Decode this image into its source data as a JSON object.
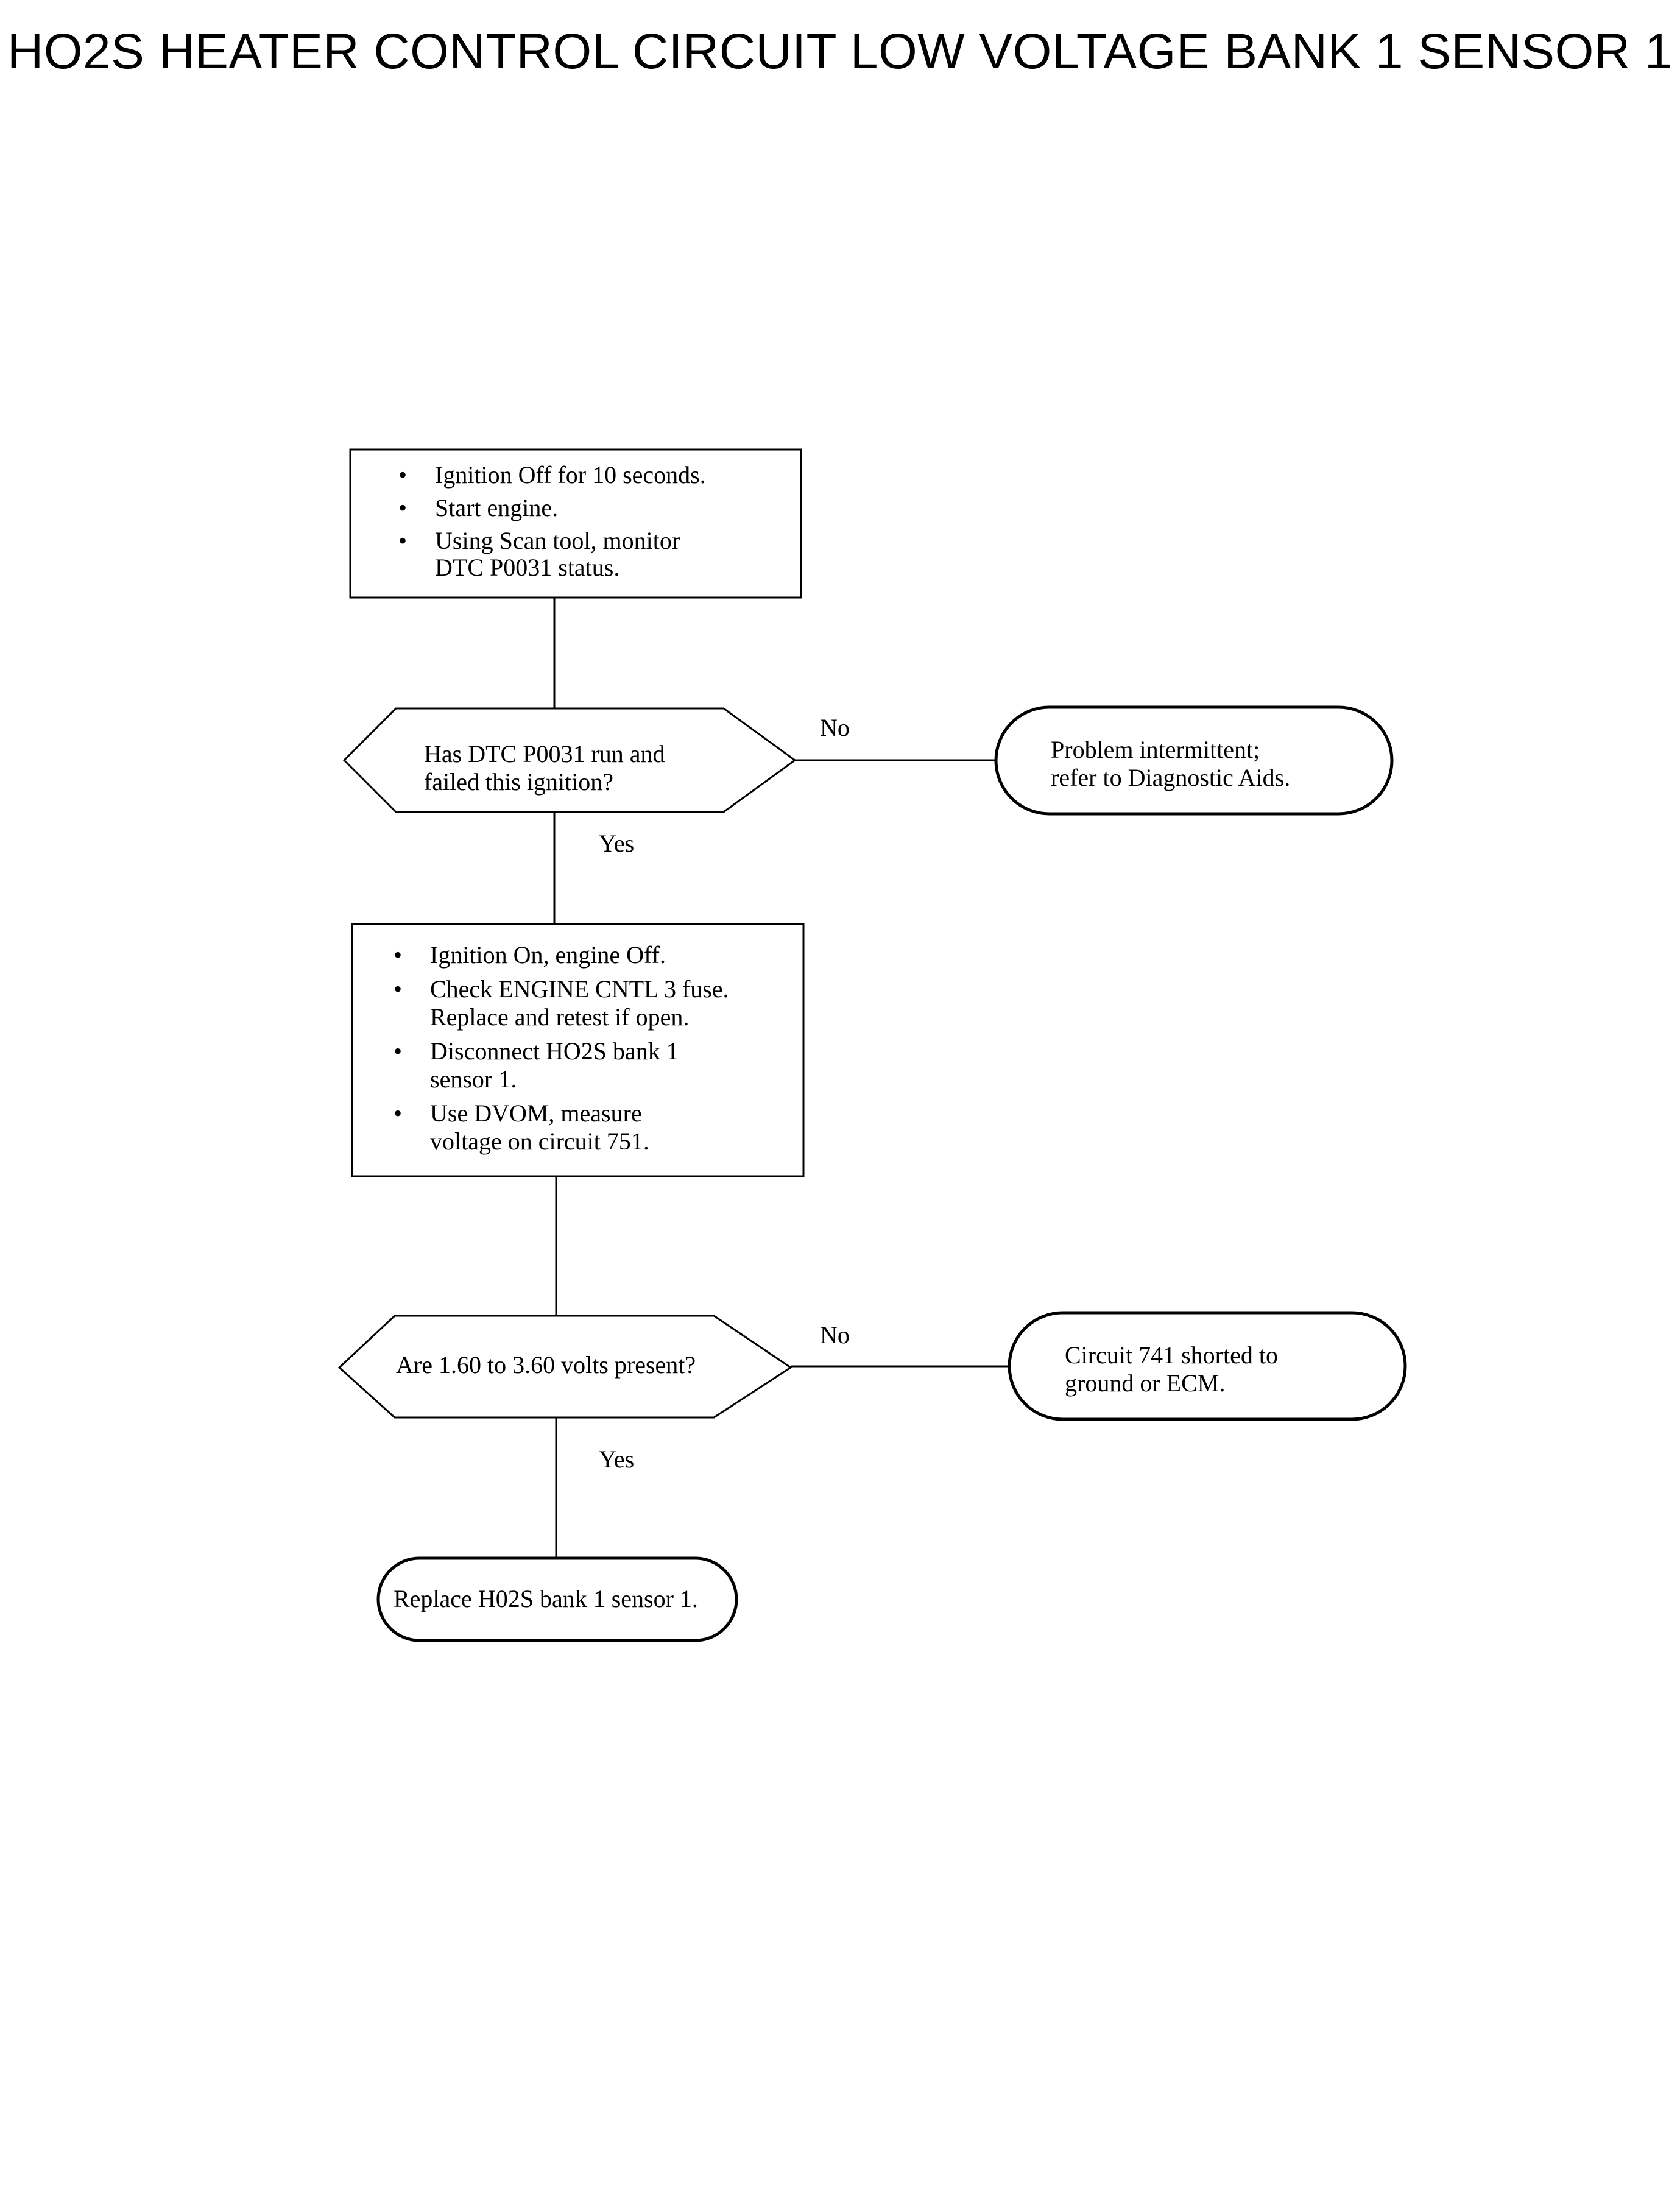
{
  "title": "HO2S HEATER CONTROL CIRCUIT LOW VOLTAGE BANK 1 SENSOR 1",
  "steps": {
    "step1": {
      "bullets": [
        "Ignition Off for 10 seconds.",
        "Start engine.",
        "Using Scan tool, monitor\nDTC P0031 status."
      ]
    },
    "decision1": {
      "question": "Has DTC P0031 run and\nfailed this ignition?",
      "no_label": "No",
      "yes_label": "Yes"
    },
    "result1": {
      "text": "Problem intermittent;\nrefer to Diagnostic Aids."
    },
    "step2": {
      "bullets": [
        "Ignition On, engine Off.",
        "Check ENGINE CNTL 3 fuse.\nReplace and retest if open.",
        "Disconnect HO2S bank 1\nsensor 1.",
        "Use DVOM, measure\nvoltage on circuit 751."
      ]
    },
    "decision2": {
      "question": "Are 1.60 to 3.60 volts present?",
      "no_label": "No",
      "yes_label": "Yes"
    },
    "result2": {
      "text": "Circuit 741 shorted to\nground or ECM."
    },
    "result3": {
      "text": "Replace H02S bank 1 sensor 1."
    }
  }
}
